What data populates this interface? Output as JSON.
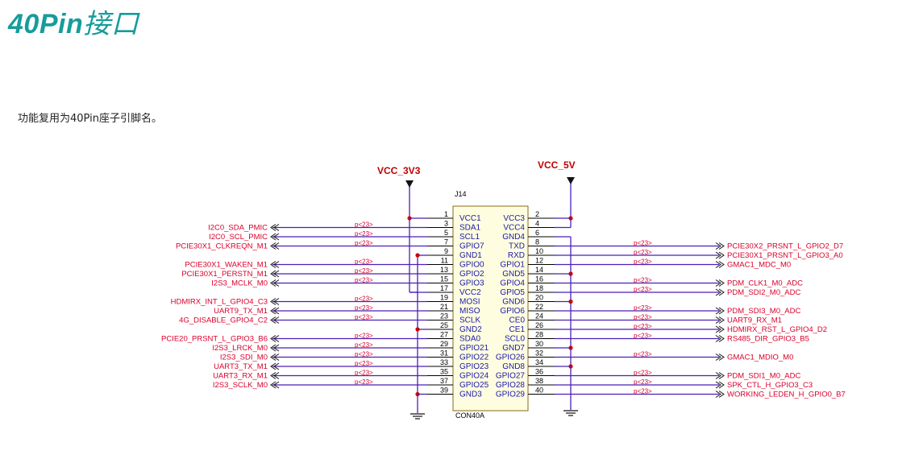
{
  "title": {
    "latin": "40Pin",
    "cn": "接口"
  },
  "description": "功能复用为40Pin座子引脚名。",
  "colors": {
    "net": "#4b1fb8",
    "label": "#d9002b",
    "pin_label": "#1a1aa8",
    "power": "#c00000",
    "body_stroke": "#8a6a1a",
    "body_fill": "#fffde0",
    "title": "#169c9b"
  },
  "power": {
    "vcc_3v3": "VCC_3V3",
    "vcc_5v": "VCC_5V"
  },
  "connector": {
    "ref": "J14",
    "part": "CON40A"
  },
  "offsheet": "p<23>",
  "pins": [
    {
      "n": "1",
      "name": "VCC1",
      "net": ""
    },
    {
      "n": "2",
      "name": "VCC3",
      "net": ""
    },
    {
      "n": "3",
      "name": "SDA1",
      "net": "I2C0_SDA_PMIC"
    },
    {
      "n": "4",
      "name": "VCC4",
      "net": ""
    },
    {
      "n": "5",
      "name": "SCL1",
      "net": "I2C0_SCL_PMIC"
    },
    {
      "n": "6",
      "name": "GND4",
      "net": ""
    },
    {
      "n": "7",
      "name": "GPIO7",
      "net": "PCIE30X1_CLKREQN_M1"
    },
    {
      "n": "8",
      "name": "TXD",
      "net": "PCIE30X2_PRSNT_L_GPIO2_D7"
    },
    {
      "n": "9",
      "name": "GND1",
      "net": ""
    },
    {
      "n": "10",
      "name": "RXD",
      "net": "PCIE30X1_PRSNT_L_GPIO3_A0"
    },
    {
      "n": "11",
      "name": "GPIO0",
      "net": "PCIE30X1_WAKEN_M1"
    },
    {
      "n": "12",
      "name": "GPIO1",
      "net": "GMAC1_MDC_M0"
    },
    {
      "n": "13",
      "name": "GPIO2",
      "net": "PCIE30X1_PERSTN_M1"
    },
    {
      "n": "14",
      "name": "GND5",
      "net": ""
    },
    {
      "n": "15",
      "name": "GPIO3",
      "net": "I2S3_MCLK_M0"
    },
    {
      "n": "16",
      "name": "GPIO4",
      "net": "PDM_CLK1_M0_ADC"
    },
    {
      "n": "17",
      "name": "VCC2",
      "net": ""
    },
    {
      "n": "18",
      "name": "GPIO5",
      "net": "PDM_SDI2_M0_ADC"
    },
    {
      "n": "19",
      "name": "MOSI",
      "net": "HDMIRX_INT_L_GPIO4_C3"
    },
    {
      "n": "20",
      "name": "GND6",
      "net": ""
    },
    {
      "n": "21",
      "name": "MISO",
      "net": "UART9_TX_M1"
    },
    {
      "n": "22",
      "name": "GPIO6",
      "net": "PDM_SDI3_M0_ADC"
    },
    {
      "n": "23",
      "name": "SCLK",
      "net": "4G_DISABLE_GPIO4_C2"
    },
    {
      "n": "24",
      "name": "CE0",
      "net": "UART9_RX_M1"
    },
    {
      "n": "25",
      "name": "GND2",
      "net": ""
    },
    {
      "n": "26",
      "name": "CE1",
      "net": "HDMIRX_RST_L_GPIO4_D2"
    },
    {
      "n": "27",
      "name": "SDA0",
      "net": "PCIE20_PRSNT_L_GPIO3_B6"
    },
    {
      "n": "28",
      "name": "SCL0",
      "net": "RS485_DIR_GPIO3_B5"
    },
    {
      "n": "29",
      "name": "GPIO21",
      "net": "I2S3_LRCK_M0"
    },
    {
      "n": "30",
      "name": "GND7",
      "net": ""
    },
    {
      "n": "31",
      "name": "GPIO22",
      "net": "I2S3_SDI_M0"
    },
    {
      "n": "32",
      "name": "GPIO26",
      "net": "GMAC1_MDIO_M0"
    },
    {
      "n": "33",
      "name": "GPIO23",
      "net": "UART3_TX_M1"
    },
    {
      "n": "34",
      "name": "GND8",
      "net": ""
    },
    {
      "n": "35",
      "name": "GPIO24",
      "net": "UART3_RX_M1"
    },
    {
      "n": "36",
      "name": "GPIO27",
      "net": "PDM_SDI1_M0_ADC"
    },
    {
      "n": "37",
      "name": "GPIO25",
      "net": "I2S3_SCLK_M0"
    },
    {
      "n": "38",
      "name": "GPIO28",
      "net": "SPK_CTL_H_GPIO3_C3"
    },
    {
      "n": "39",
      "name": "GND3",
      "net": ""
    },
    {
      "n": "40",
      "name": "GPIO29",
      "net": "WORKING_LEDEN_H_GPIO0_B7"
    }
  ]
}
